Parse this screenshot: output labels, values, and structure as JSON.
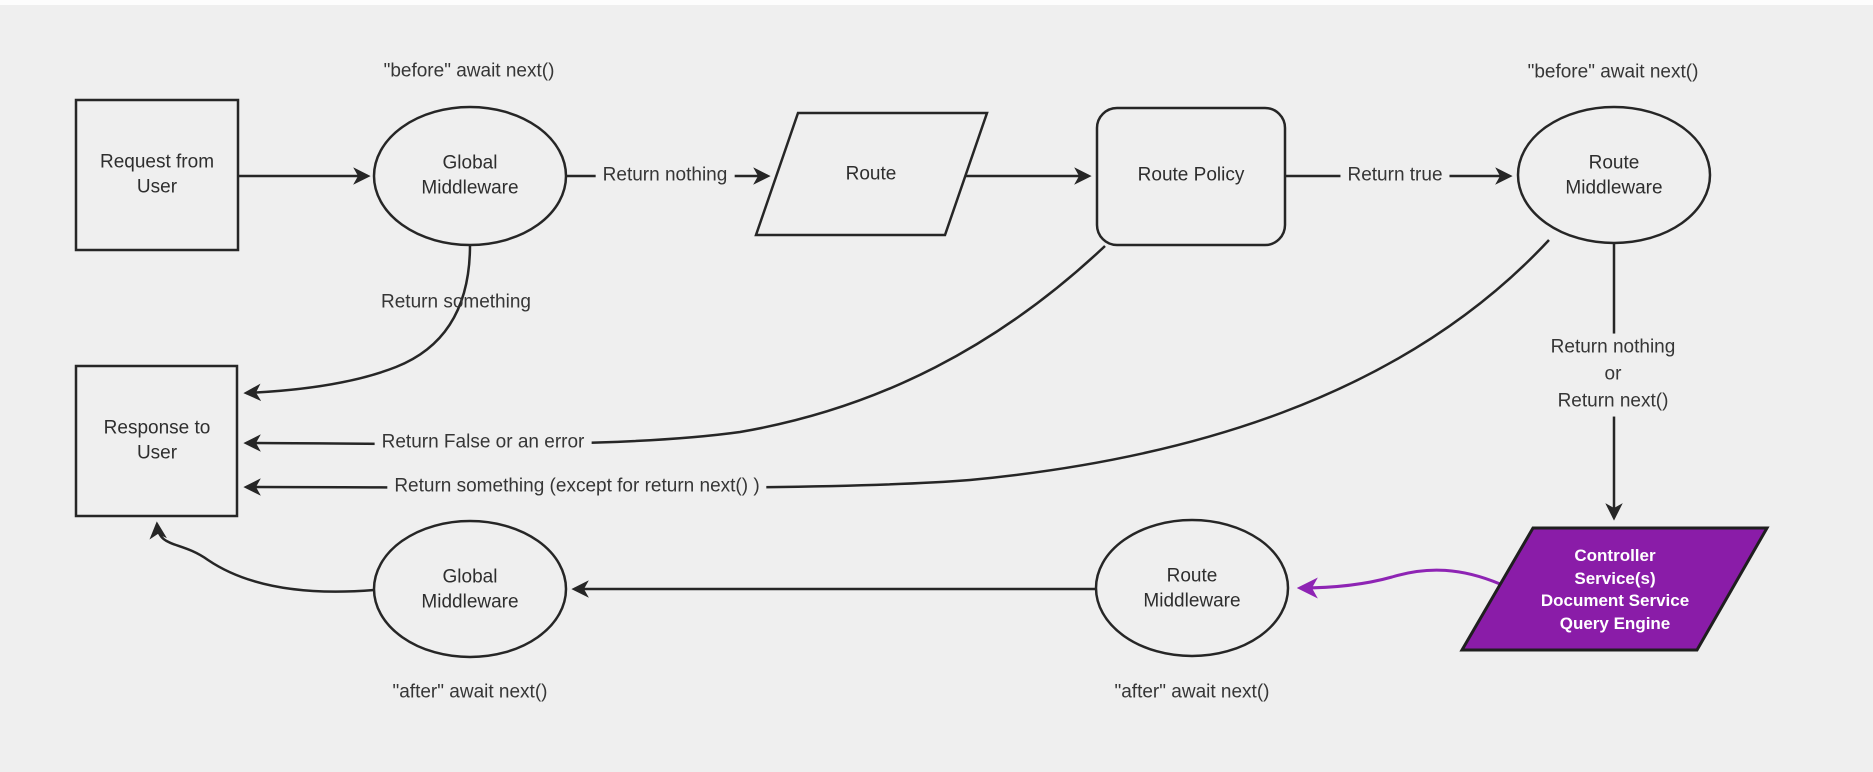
{
  "diagram": {
    "type": "flowchart",
    "theme": {
      "background": "#efefef",
      "node_fill": "#efefef",
      "stroke": "#262626",
      "text": "#333333",
      "highlight_fill": "#8a1ca8",
      "highlight_stroke": "#8e24b4",
      "highlight_text": "#ffffff"
    },
    "nodes": {
      "request": {
        "shape": "rectangle",
        "label": "Request from\nUser"
      },
      "global_middleware_top": {
        "shape": "ellipse",
        "label": "Global\nMiddleware"
      },
      "route": {
        "shape": "parallelogram",
        "label": "Route"
      },
      "route_policy": {
        "shape": "rounded-rectangle",
        "label": "Route Policy"
      },
      "route_middleware_top": {
        "shape": "ellipse",
        "label": "Route\nMiddleware"
      },
      "response": {
        "shape": "rectangle",
        "label": "Response to\nUser"
      },
      "global_middleware_bottom": {
        "shape": "ellipse",
        "label": "Global\nMiddleware"
      },
      "route_middleware_bottom": {
        "shape": "ellipse",
        "label": "Route\nMiddleware"
      },
      "controller": {
        "shape": "parallelogram",
        "label": "Controller\nService(s)\nDocument Service\nQuery Engine"
      }
    },
    "edge_labels": {
      "before_left": "\"before\" await next()",
      "before_right": "\"before\" await next()",
      "return_nothing": "Return nothing",
      "return_true": "Return true",
      "return_something": "Return something",
      "return_false": "Return False or an error",
      "return_something_except": "Return something (except for return next() )",
      "return_nothing_or_next": "Return nothing\nor\nReturn next()",
      "after_left": "\"after\" await next()",
      "after_right": "\"after\" await next()"
    }
  }
}
